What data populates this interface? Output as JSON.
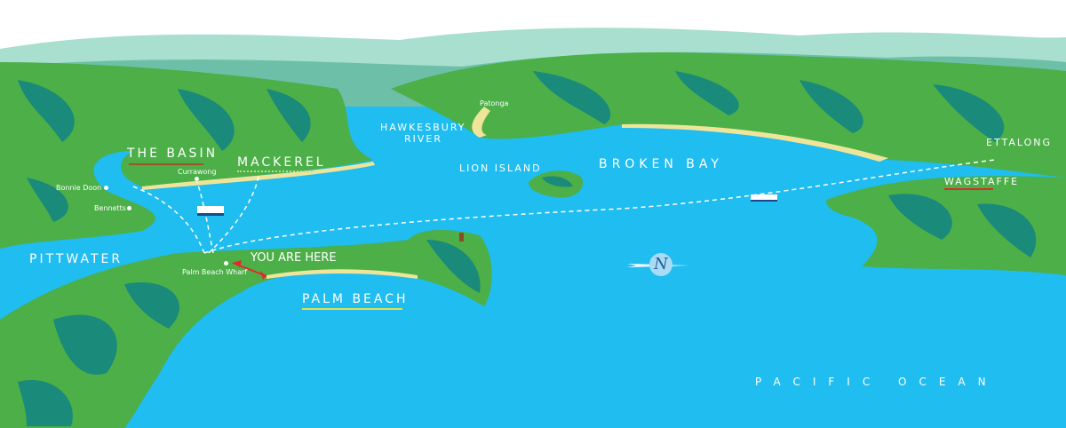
{
  "colors": {
    "water": "#1fbdf0",
    "land": "#4caf48",
    "forest": "#1a8a7a",
    "sand": "#efe59a",
    "hills": "#8fd3c0",
    "sky": "#ffffff",
    "marker": "#e8262b"
  },
  "labels": {
    "the_basin": "THE BASIN",
    "currawong": "Currawong",
    "mackerel": "MACKEREL",
    "bonnie_doon": "Bonnie Doon",
    "bennetts": "Bennetts",
    "pittwater": "PITTWATER",
    "palm_beach_wharf": "Palm Beach Wharf",
    "you_are_here": "YOU ARE HERE",
    "palm_beach": "PALM BEACH",
    "hawkesbury_river_1": "HAWKESBURY",
    "hawkesbury_river_2": "RIVER",
    "patonga": "Patonga",
    "lion_island": "LION ISLAND",
    "broken_bay": "BROKEN BAY",
    "ettalong": "ETTALONG",
    "wagstaffe": "WAGSTAFFE",
    "pacific_ocean": "PACIFIC OCEAN"
  },
  "compass": {
    "letter": "N",
    "icon": "compass-icon"
  }
}
